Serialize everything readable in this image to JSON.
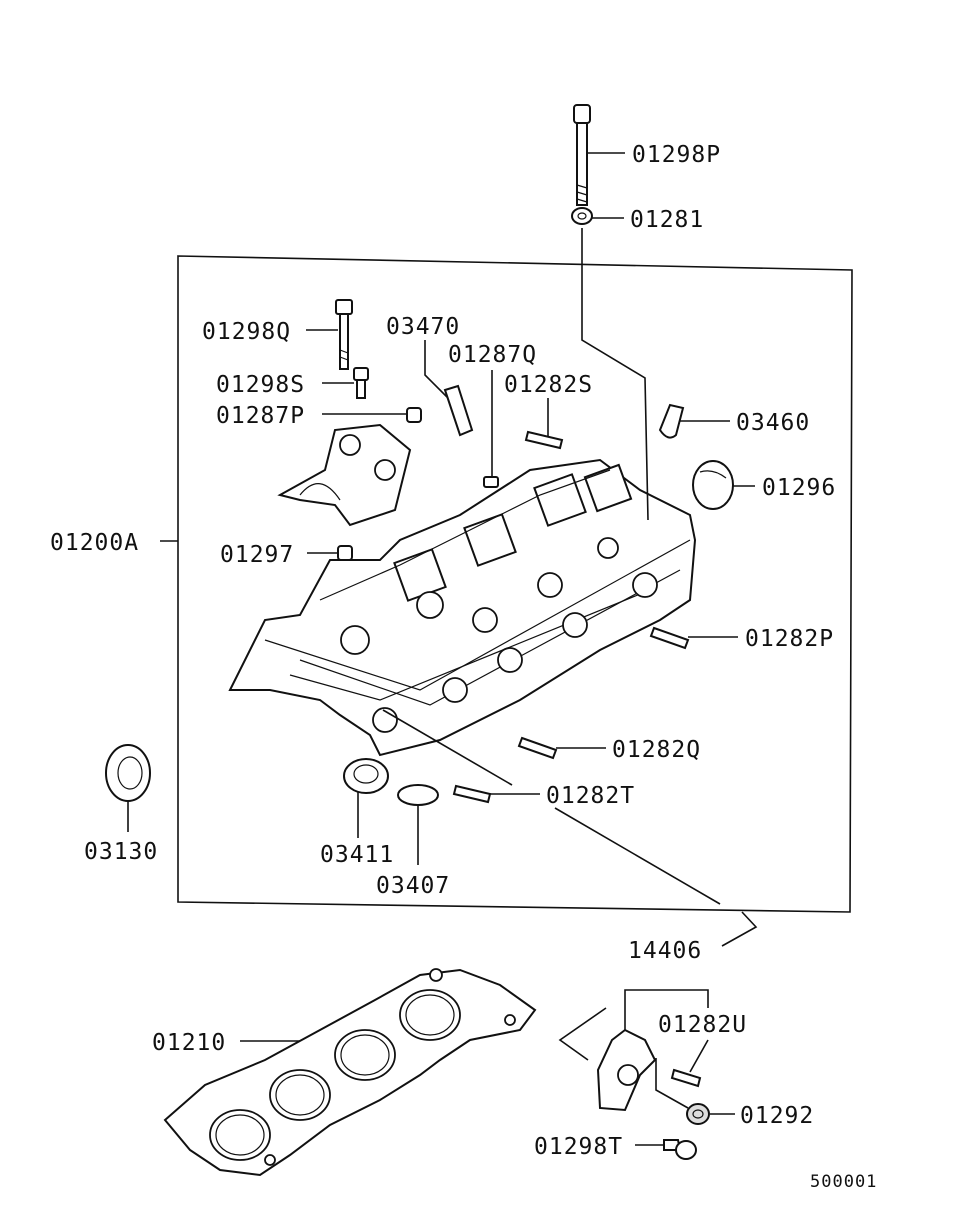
{
  "diagram": {
    "labels": [
      {
        "id": "01298P",
        "text": "01298P"
      },
      {
        "id": "01281",
        "text": "01281"
      },
      {
        "id": "01298Q",
        "text": "01298Q"
      },
      {
        "id": "03470",
        "text": "03470"
      },
      {
        "id": "01287Q",
        "text": "01287Q"
      },
      {
        "id": "01298S",
        "text": "01298S"
      },
      {
        "id": "01282S",
        "text": "01282S"
      },
      {
        "id": "01287P",
        "text": "01287P"
      },
      {
        "id": "03460",
        "text": "03460"
      },
      {
        "id": "01296",
        "text": "01296"
      },
      {
        "id": "01200A",
        "text": "01200A"
      },
      {
        "id": "01297",
        "text": "01297"
      },
      {
        "id": "01282P",
        "text": "01282P"
      },
      {
        "id": "01282Q",
        "text": "01282Q"
      },
      {
        "id": "01282T",
        "text": "01282T"
      },
      {
        "id": "03130",
        "text": "03130"
      },
      {
        "id": "03411",
        "text": "03411"
      },
      {
        "id": "03407",
        "text": "03407"
      },
      {
        "id": "14406",
        "text": "14406"
      },
      {
        "id": "01282U",
        "text": "01282U"
      },
      {
        "id": "01210",
        "text": "01210"
      },
      {
        "id": "01292",
        "text": "01292"
      },
      {
        "id": "01298T",
        "text": "01298T"
      }
    ],
    "drawing_code": "500001"
  }
}
